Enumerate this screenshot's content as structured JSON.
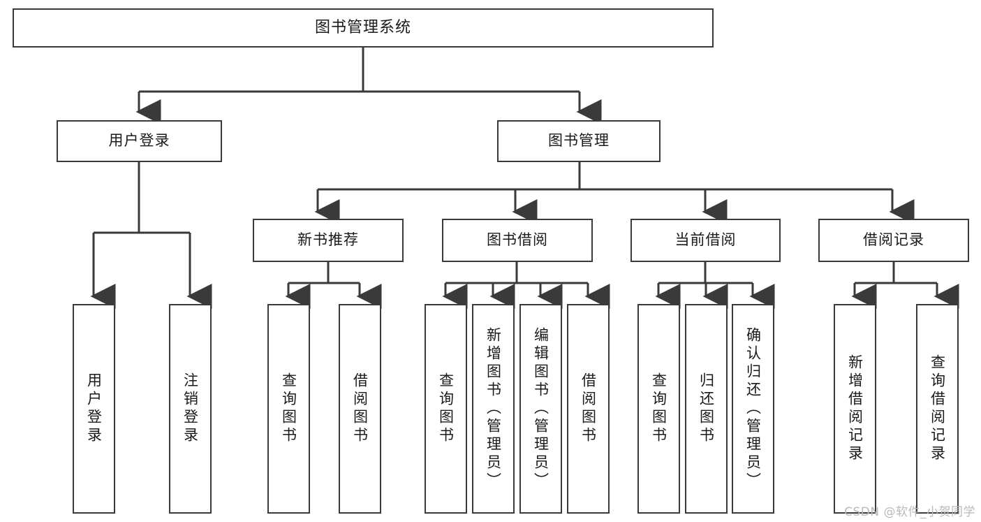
{
  "diagram": {
    "title": "图书管理系统",
    "type": "tree",
    "colors": {
      "box_border": "#3a3a3a",
      "box_fill": "#ffffff",
      "line": "#3a3a3a",
      "text": "#1a1a1a",
      "watermark": "#b9b9b9"
    },
    "root": {
      "label": "图书管理系统"
    },
    "level2": [
      {
        "label": "用户登录"
      },
      {
        "label": "图书管理"
      }
    ],
    "level3": [
      {
        "label": "新书推荐"
      },
      {
        "label": "图书借阅"
      },
      {
        "label": "当前借阅"
      },
      {
        "label": "借阅记录"
      }
    ],
    "leaves": {
      "user_login": [
        {
          "label": "用户登录"
        },
        {
          "label": "注销登录"
        }
      ],
      "new_book_recommend": [
        {
          "label": "查询图书"
        },
        {
          "label": "借阅图书"
        }
      ],
      "book_borrow": [
        {
          "label": "查询图书"
        },
        {
          "label": "新增图书（管理员）"
        },
        {
          "label": "编辑图书（管理员）"
        },
        {
          "label": "借阅图书"
        }
      ],
      "current_borrow": [
        {
          "label": "查询图书"
        },
        {
          "label": "归还图书"
        },
        {
          "label": "确认归还（管理员）"
        }
      ],
      "borrow_record": [
        {
          "label": "新增借阅记录"
        },
        {
          "label": "查询借阅记录"
        }
      ]
    }
  },
  "watermark": {
    "text": "CSDN @软件_小贺同学"
  }
}
